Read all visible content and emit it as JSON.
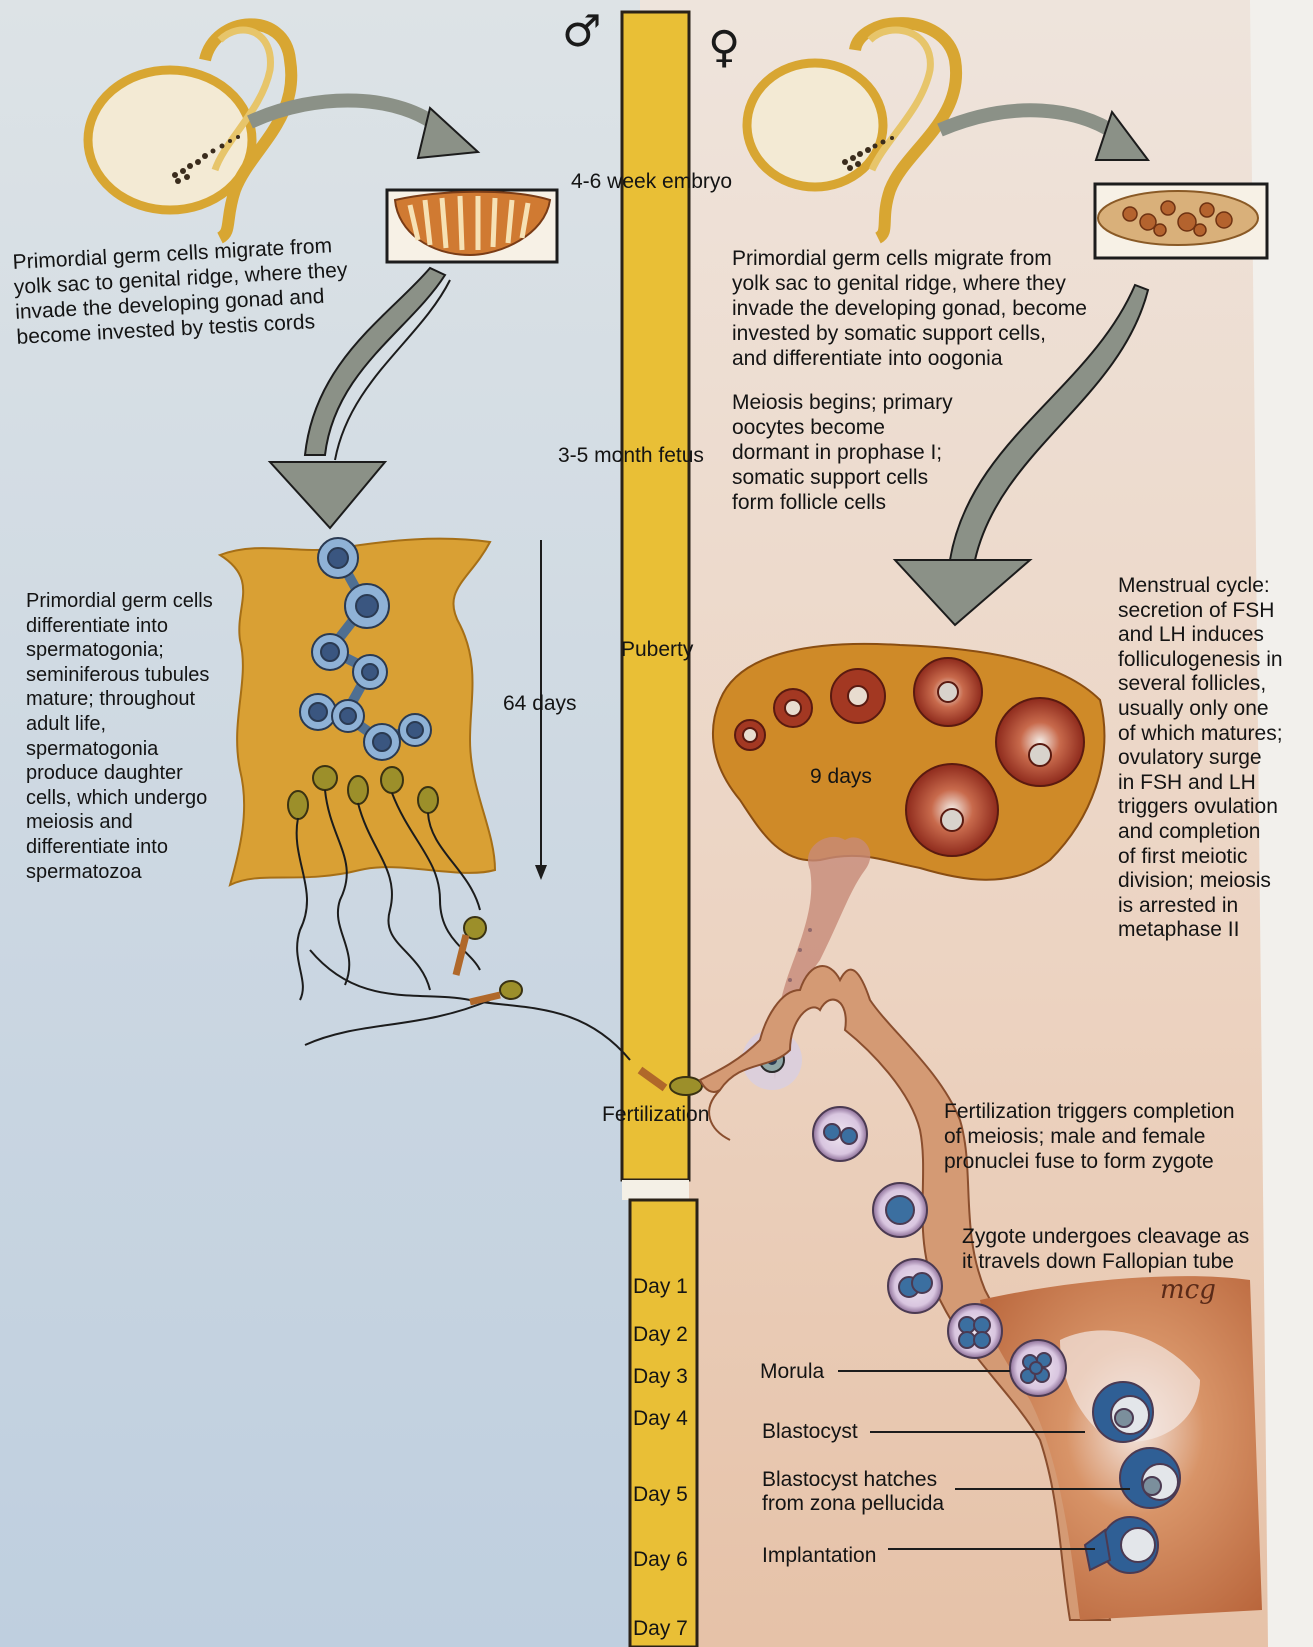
{
  "symbols": {
    "male": "♂",
    "female": "♀"
  },
  "timeline": {
    "labels": {
      "embryo": "4-6 week embryo",
      "fetus": "3-5 month fetus",
      "puberty": "Puberty",
      "fertilization": "Fertilization"
    },
    "days": [
      "Day 1",
      "Day 2",
      "Day 3",
      "Day 4",
      "Day 5",
      "Day 6",
      "Day 7"
    ],
    "spermatogenesis_duration": "64 days",
    "follicle_duration": "9 days"
  },
  "male": {
    "migration_text": "Primordial germ cells migrate from\nyolk sac to genital ridge, where they\ninvade the developing gonad and\nbecome invested by testis cords",
    "spermatogenesis_text": "Primordial germ cells\ndifferentiate into\nspermatogonia;\nseminiferous tubules\nmature; throughout\nadult life,\nspermatogonia\nproduce daughter\ncells, which undergo\nmeiosis and\ndifferentiate into\nspermatozoa"
  },
  "female": {
    "migration_text": "Primordial germ cells migrate from\nyolk sac to genital ridge, where they\ninvade the developing gonad, become\ninvested by somatic support cells,\nand differentiate into oogonia",
    "meiosis_text": "Meiosis begins; primary\noocytes become\ndormant in prophase I;\nsomatic support cells\nform follicle cells",
    "menstrual_text": "Menstrual cycle:\nsecretion of FSH\nand LH induces\nfolliculogenesis in\nseveral follicles,\nusually only one\nof which matures;\novulatory surge\nin FSH and LH\ntriggers ovulation\nand completion\nof first meiotic\ndivision; meiosis\nis arrested in\nmetaphase II",
    "fertilization_text": "Fertilization triggers completion\nof meiosis; male and female\npronuclei fuse to form zygote",
    "cleavage_text": "Zygote undergoes cleavage as\nit travels down Fallopian tube",
    "stages": {
      "morula": "Morula",
      "blastocyst": "Blastocyst",
      "hatching": "Blastocyst hatches\nfrom zona pellucida",
      "implantation": "Implantation"
    }
  },
  "signature": "mcg",
  "colors": {
    "timeline_bar": "#e8bd34",
    "left_bg": "#cfd9e3",
    "right_bg": "#efd8c8",
    "gonad_orange": "#cf8a28",
    "cell_blue": "#5b8fc0",
    "tube_skin": "#d49a74"
  }
}
